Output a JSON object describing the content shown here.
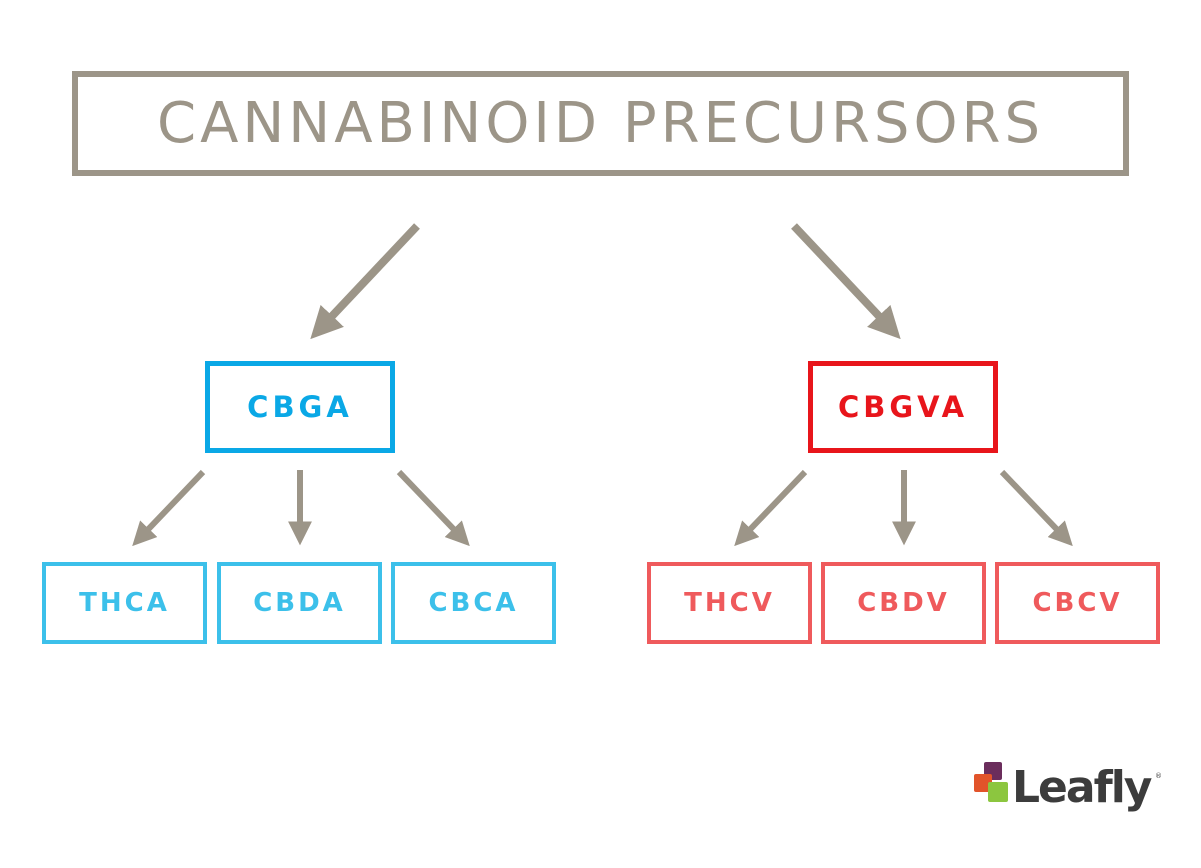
{
  "title": "CANNABINOID PRECURSORS",
  "parents": [
    {
      "label": "CBGA",
      "color": "#0aa8e6"
    },
    {
      "label": "CBGVA",
      "color": "#e8151b"
    }
  ],
  "children": {
    "cbga": [
      "THCA",
      "CBDA",
      "CBCA"
    ],
    "cbgva": [
      "THCV",
      "CBDV",
      "CBCV"
    ]
  },
  "colors": {
    "arrow": "#9c9588",
    "title": "#9c9588",
    "blue_child": "#3cc0ea",
    "red_child": "#ef5a5c"
  },
  "logo": {
    "text": "Leafly",
    "registered": "®",
    "square_colors": [
      "#6b2d5c",
      "#e2542a",
      "#8cc63f"
    ]
  }
}
